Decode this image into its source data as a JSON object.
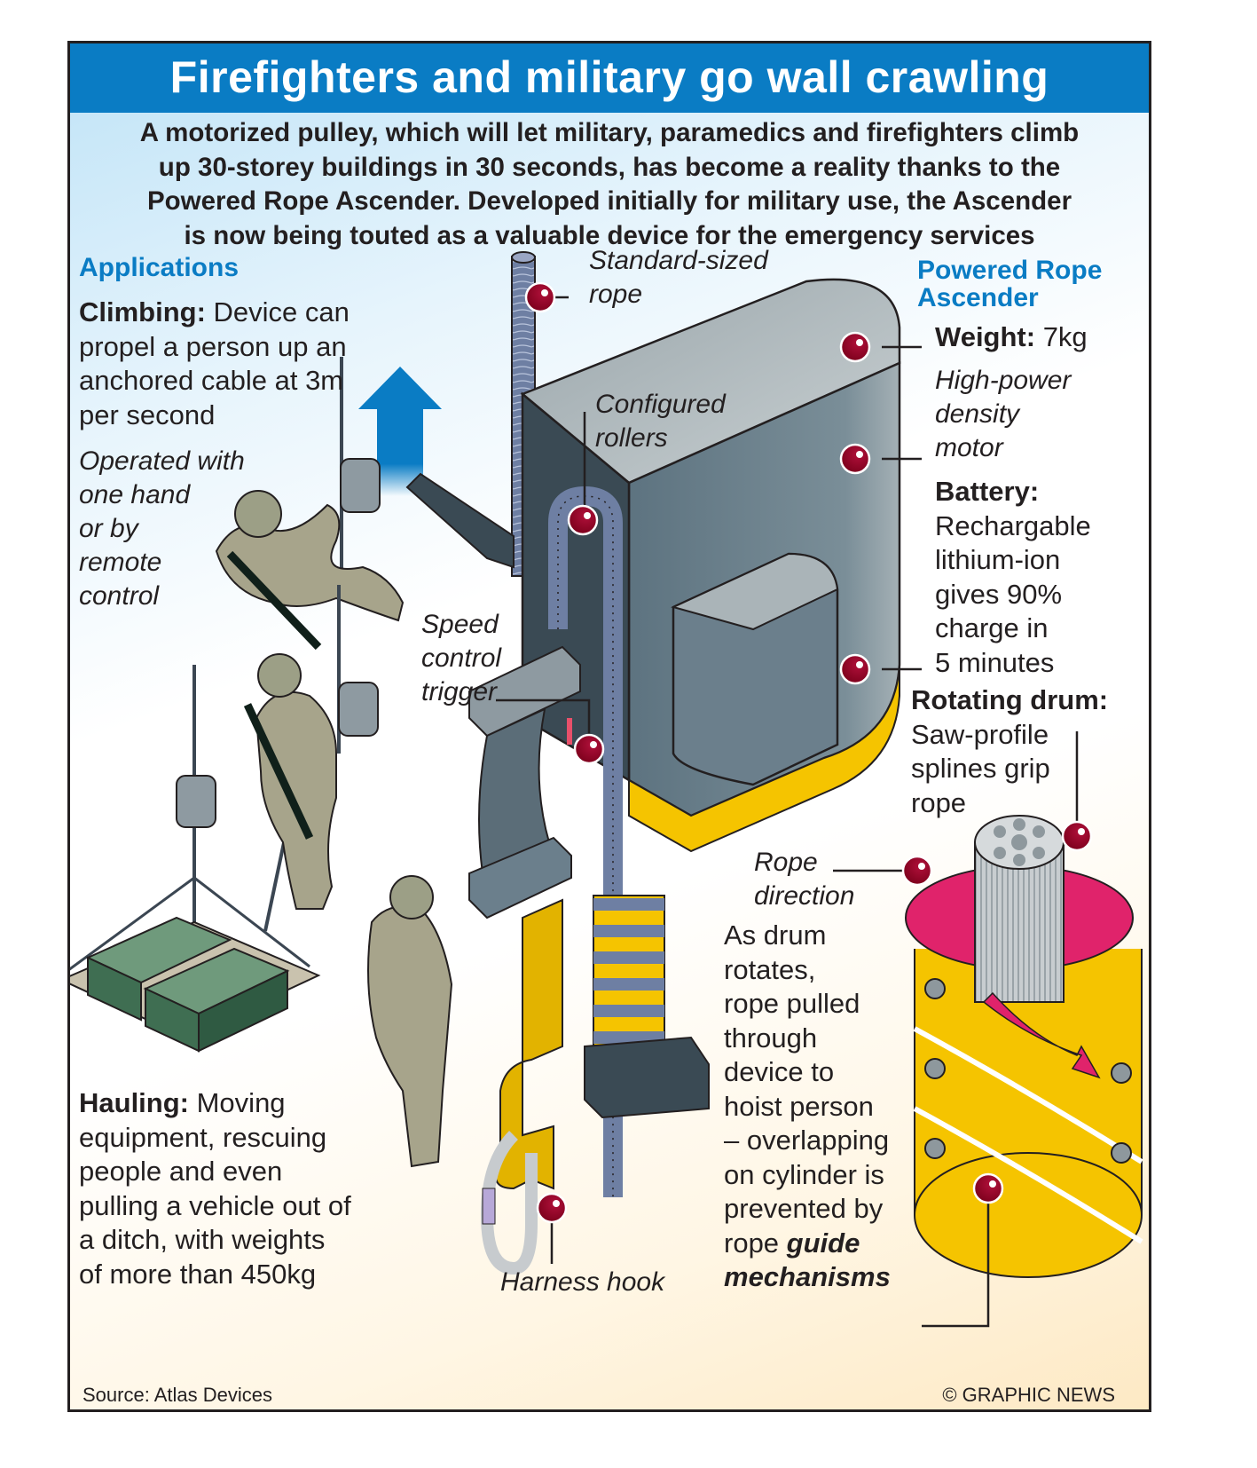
{
  "title": "Firefighters and military go wall crawling",
  "intro": [
    "A motorized pulley, which will let military, paramedics and firefighters climb",
    "up 30-storey buildings in 30 seconds, has become a reality thanks to the",
    "Powered Rope Ascender. Developed initially for military use, the Ascender",
    "is now being touted as a valuable device for the emergency services"
  ],
  "applications": {
    "heading": "Applications",
    "climbing": {
      "label": "Climbing:",
      "lines": [
        " Device can",
        "propel a person up an",
        "anchored cable at 3m",
        "per second"
      ]
    },
    "operated": [
      "Operated with",
      "one hand",
      "or by",
      "remote",
      "control"
    ],
    "hauling": {
      "label": "Hauling:",
      "lines": [
        " Moving",
        "equipment, rescuing",
        "people and even",
        "pulling a vehicle out of",
        "a ditch, with weights",
        "of more than 450kg"
      ]
    }
  },
  "device_labels": {
    "rope": [
      "Standard-sized",
      "rope"
    ],
    "rollers": [
      "Configured",
      "rollers"
    ],
    "trigger": [
      "Speed",
      "control",
      "trigger"
    ],
    "harness": "Harness hook",
    "rope_direction": [
      "Rope",
      "direction"
    ]
  },
  "specs": {
    "heading": [
      "Powered Rope",
      "Ascender"
    ],
    "weight_label": "Weight:",
    "weight_value": " 7kg",
    "motor": [
      "High-power",
      "density",
      "motor"
    ],
    "battery_label": "Battery:",
    "battery": [
      "Rechargable",
      "lithium-ion",
      "gives 90%",
      "charge in",
      "5 minutes"
    ],
    "drum_label": "Rotating drum:",
    "drum": [
      "Saw-profile",
      "splines grip",
      "rope"
    ]
  },
  "drum_explanation": {
    "lines": [
      "As drum",
      "rotates,",
      "rope pulled",
      "through",
      "device to",
      "hoist person",
      "– overlapping",
      "on cylinder is",
      "prevented by"
    ],
    "last_prefix": "rope ",
    "last_emph": "guide",
    "final_emph": "mechanisms"
  },
  "footer": {
    "source": "Source: Atlas Devices",
    "credit": "© GRAPHIC NEWS"
  },
  "colors": {
    "title_bg": "#0a7cc4",
    "heading_blue": "#0a7cc4",
    "marker": "#8b0020",
    "device_grey": "#6b7f8c",
    "device_dark": "#3a4a54",
    "device_light": "#aab4b8",
    "yellow": "#f5c400",
    "rope": "#6e7fa3",
    "drum_pink": "#e0236b"
  }
}
